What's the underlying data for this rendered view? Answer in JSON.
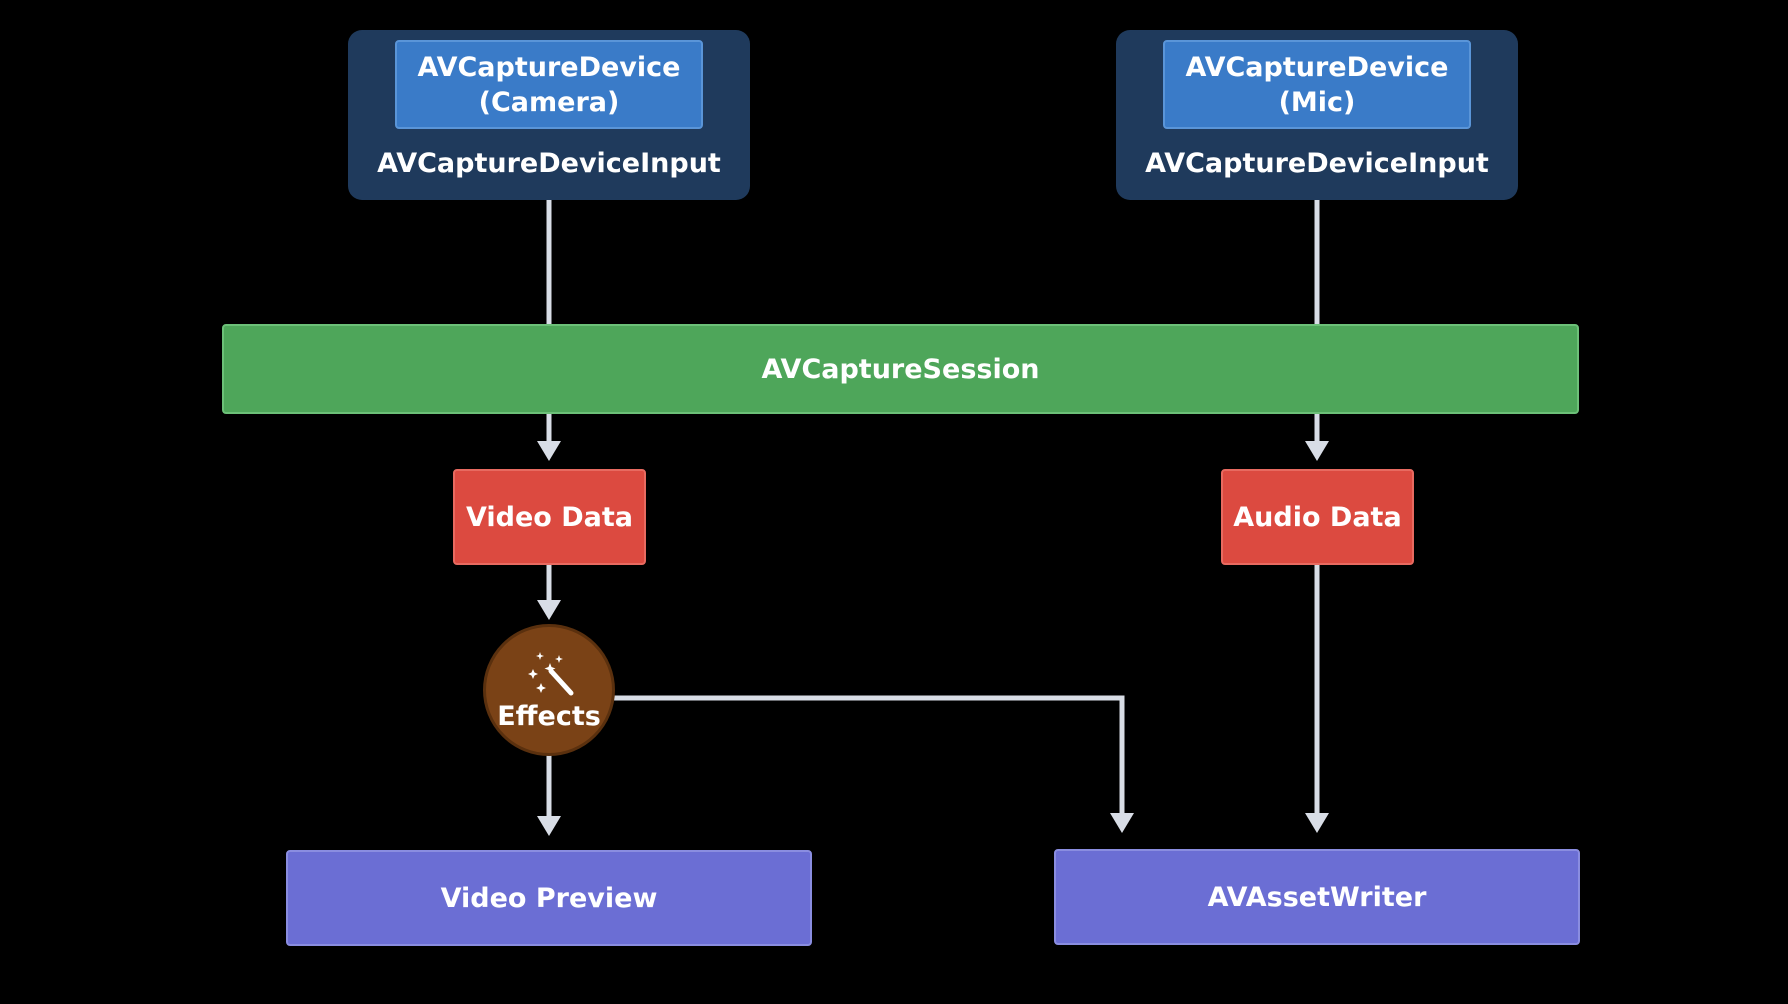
{
  "nodes": {
    "camera_device_line1": "AVCaptureDevice",
    "camera_device_line2": "(Camera)",
    "camera_input": "AVCaptureDeviceInput",
    "mic_device_line1": "AVCaptureDevice",
    "mic_device_line2": "(Mic)",
    "mic_input": "AVCaptureDeviceInput",
    "session": "AVCaptureSession",
    "video_data": "Video Data",
    "audio_data": "Audio Data",
    "effects": "Effects",
    "video_preview": "Video Preview",
    "asset_writer": "AVAssetWriter"
  },
  "colors": {
    "background": "#000000",
    "input_group": "#1f3a5c",
    "device": "#3a7bc8",
    "session": "#4ea65a",
    "data": "#dc4a40",
    "effects": "#7a4216",
    "sink": "#6b6ed4",
    "connector": "#d8dde6"
  },
  "icons": {
    "effects": "magic-wand-sparkles-icon"
  }
}
